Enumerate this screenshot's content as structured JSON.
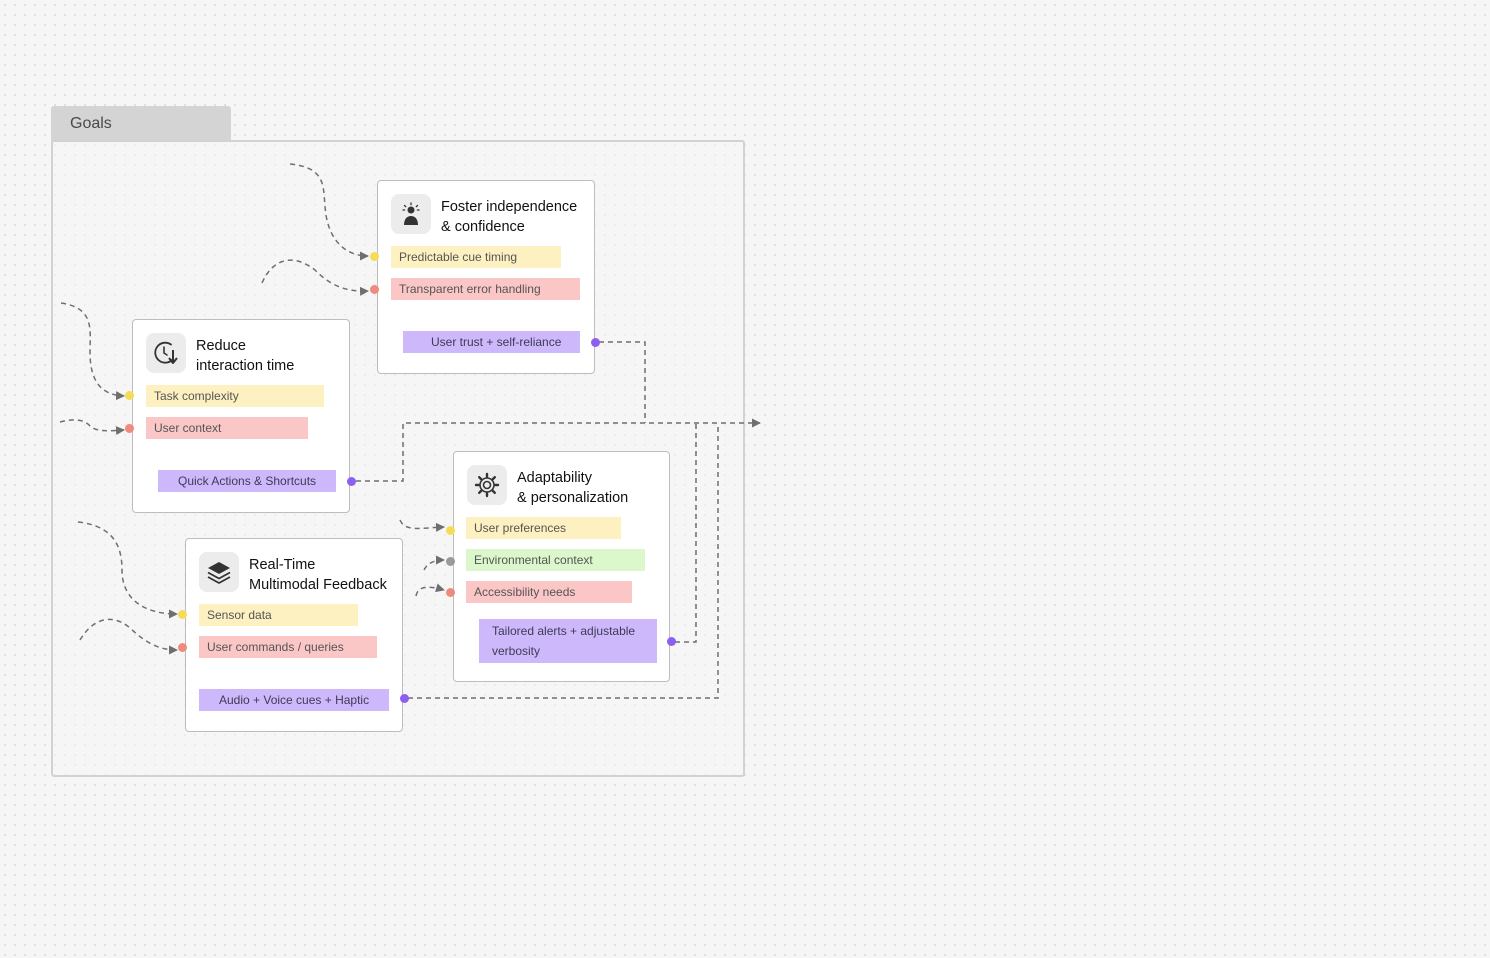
{
  "section": {
    "label": "Goals"
  },
  "cards": {
    "foster": {
      "title_line1": "Foster independence",
      "title_line2": "& confidence",
      "icon": "person-sun-icon",
      "inputs": [
        "Predictable cue timing",
        "Transparent error handling"
      ],
      "output": "User trust + self-reliance"
    },
    "reduce": {
      "title_line1": "Reduce",
      "title_line2": "interaction time",
      "icon": "clock-rewind-icon",
      "inputs": [
        "Task complexity",
        "User context"
      ],
      "output": "Quick Actions & Shortcuts"
    },
    "adapt": {
      "title_line1": "Adaptability",
      "title_line2": "& personalization",
      "icon": "gear-icon",
      "inputs": [
        "User preferences",
        "Environmental context",
        "Accessibility needs"
      ],
      "output": "Tailored alerts + adjustable verbosity"
    },
    "realtime": {
      "title_line1": "Real-Time",
      "title_line2": "Multimodal Feedback",
      "icon": "layers-icon",
      "inputs": [
        "Sensor data",
        "User commands / queries"
      ],
      "output": "Audio + Voice cues + Haptic"
    }
  },
  "colors": {
    "input_primary": "#fdf1c1",
    "input_secondary": "#fbc6c6",
    "input_context": "#dbf7cb",
    "output": "#cdb8fb",
    "connector": "#6f6f6f"
  }
}
